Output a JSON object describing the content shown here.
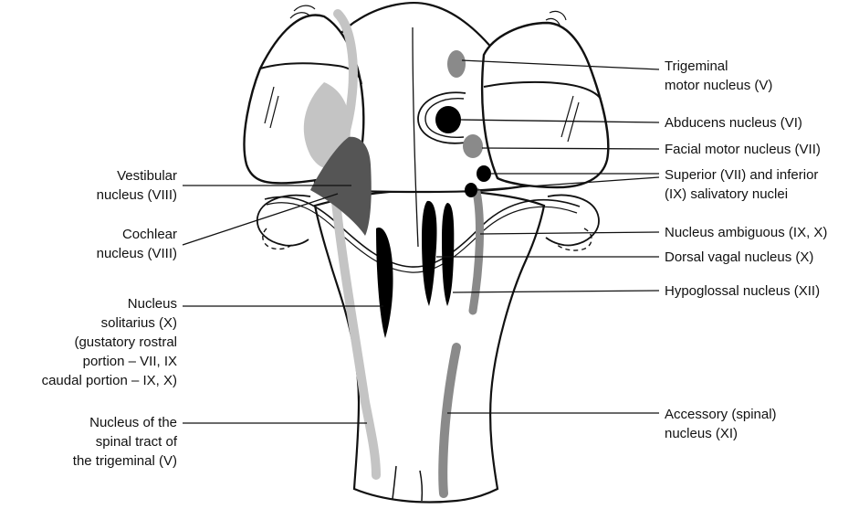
{
  "colors": {
    "outline": "#111111",
    "dark_gray": "#555555",
    "mid_gray": "#8a8a8a",
    "light_gray": "#c4c4c4",
    "black": "#000000",
    "background": "#ffffff"
  },
  "labels": {
    "trigeminal_motor": [
      "Trigeminal",
      "motor nucleus (V)"
    ],
    "abducens": [
      "Abducens nucleus (VI)"
    ],
    "facial_motor": [
      "Facial motor nucleus (VII)"
    ],
    "salivatory": [
      "Superior (VII)  and inferior",
      "(IX)  salivatory nuclei"
    ],
    "ambiguous": [
      "Nucleus ambiguous (IX, X)"
    ],
    "dorsal_vagal": [
      "Dorsal vagal nucleus (X)"
    ],
    "hypoglossal": [
      "Hypoglossal nucleus (XII)"
    ],
    "accessory": [
      "Accessory (spinal)",
      "nucleus (XI)"
    ],
    "vestibular": [
      "Vestibular",
      "nucleus (VIII)"
    ],
    "cochlear": [
      "Cochlear",
      "nucleus (VIII)"
    ],
    "solitarius": [
      "Nucleus",
      "solitarius (X)",
      "(gustatory rostral",
      "portion – VII, IX",
      "caudal portion – IX, X)"
    ],
    "spinal_trigeminal": [
      "Nucleus of the",
      "spinal tract of",
      "the trigeminal (V)"
    ]
  }
}
